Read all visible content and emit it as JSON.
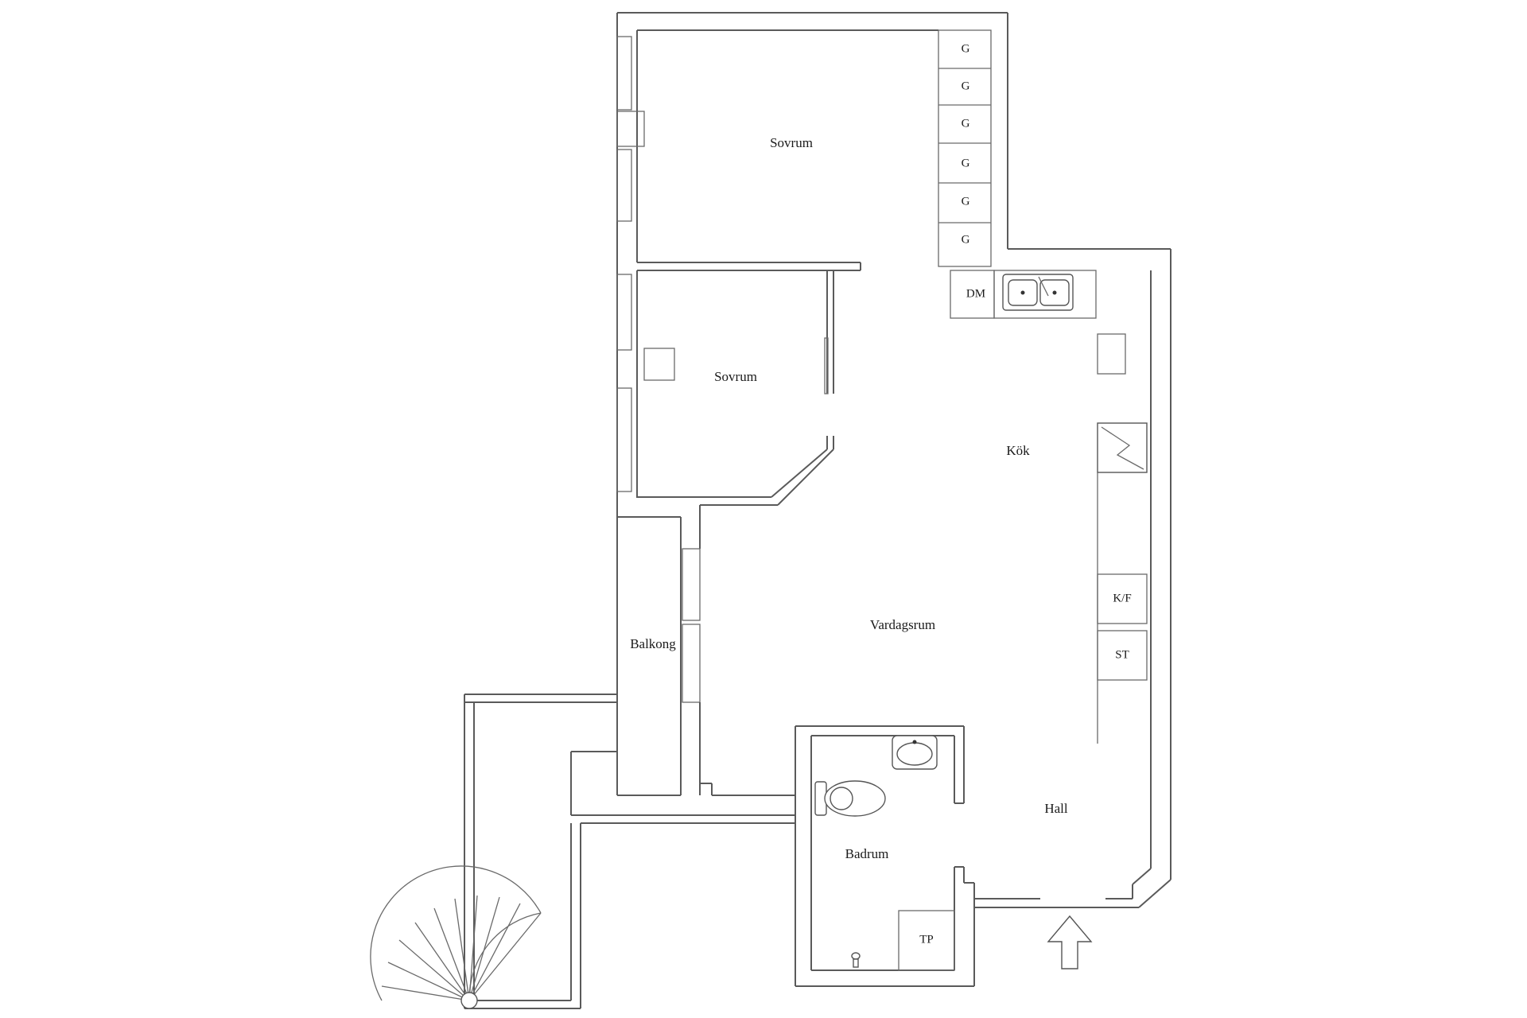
{
  "rooms": {
    "sovrum_1": "Sovrum",
    "sovrum_2": "Sovrum",
    "kok": "Kök",
    "vardagsrum": "Vardagsrum",
    "balkong": "Balkong",
    "hall": "Hall",
    "badrum": "Badrum"
  },
  "fixtures": {
    "wardrobe": [
      "G",
      "G",
      "G",
      "G",
      "G",
      "G"
    ],
    "dishwasher": "DM",
    "fridge_freezer": "K/F",
    "storage": "ST",
    "laundry": "TP"
  },
  "colors": {
    "wall": "#5a5a5a",
    "text": "#1a1a1a",
    "background": "#ffffff"
  },
  "icons": {
    "entrance": "entrance-arrow-icon",
    "stairs": "spiral-staircase-icon",
    "sink": "double-sink-icon",
    "washbasin": "washbasin-icon",
    "toilet": "toilet-icon",
    "chimney": "chimney-icon",
    "drain": "floor-drain-icon"
  }
}
